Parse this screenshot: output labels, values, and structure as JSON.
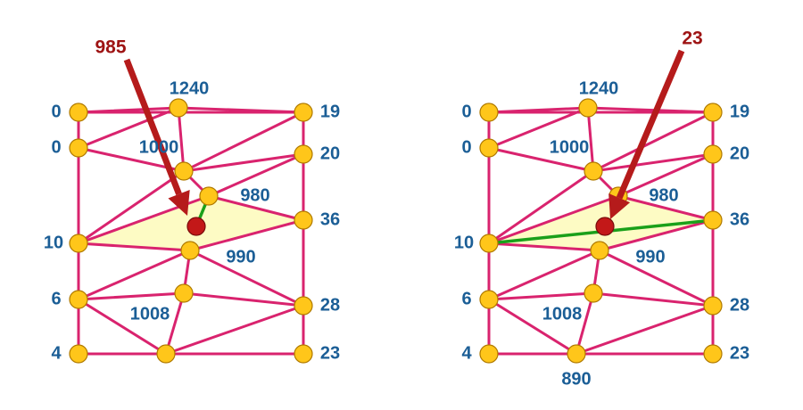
{
  "colors": {
    "edge": "#d9236e",
    "node_fill": "#ffc61a",
    "node_stroke": "#b07a00",
    "highlight_fill": "#fdfbc4",
    "label": "#1b5e96",
    "new_edge": "#1aa01a",
    "query_fill": "#c31818",
    "arrow": "#b51b1b",
    "arrow_label": "#9e1414"
  },
  "panels": [
    {
      "arrow_label": "985",
      "node_labels": {
        "tl": "0",
        "ul": "0",
        "ml": "10",
        "ll": "6",
        "bl": "4",
        "tr": "19",
        "ur": "20",
        "mr": "36",
        "lr": "28",
        "br": "23",
        "top": "1240",
        "n1000": "1000",
        "n980": "980",
        "n990": "990",
        "n1008": "1008"
      }
    },
    {
      "arrow_label": "23",
      "node_labels": {
        "tl": "0",
        "ul": "0",
        "ml": "10",
        "ll": "6",
        "bl": "4",
        "tr": "19",
        "ur": "20",
        "mr": "36",
        "lr": "28",
        "br": "23",
        "top": "1240",
        "n1000": "1000",
        "n980": "980",
        "n990": "990",
        "n1008": "1008",
        "bot": "890"
      }
    }
  ]
}
